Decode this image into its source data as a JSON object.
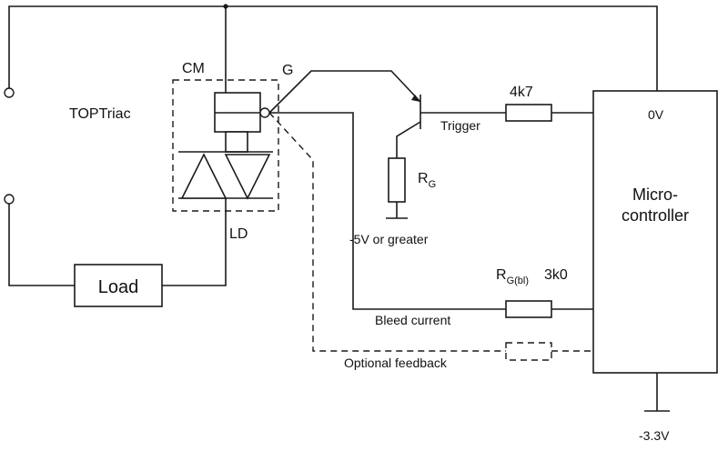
{
  "labels": {
    "toptriac": "TOPTriac",
    "cm": "CM",
    "g": "G",
    "ld": "LD",
    "load": "Load",
    "r_4k7": "4k7",
    "trigger": "Trigger",
    "zero_v": "0V",
    "rg_main": "R",
    "rg_sub": "G",
    "neg5v": "-5V or greater",
    "micro_line1": "Micro-",
    "micro_line2": "controller",
    "rgbl_main": "R",
    "rgbl_sub": "G(bl)",
    "r_3k0": "3k0",
    "bleed": "Bleed current",
    "feedback": "Optional feedback",
    "neg33v": "-3.3V"
  }
}
